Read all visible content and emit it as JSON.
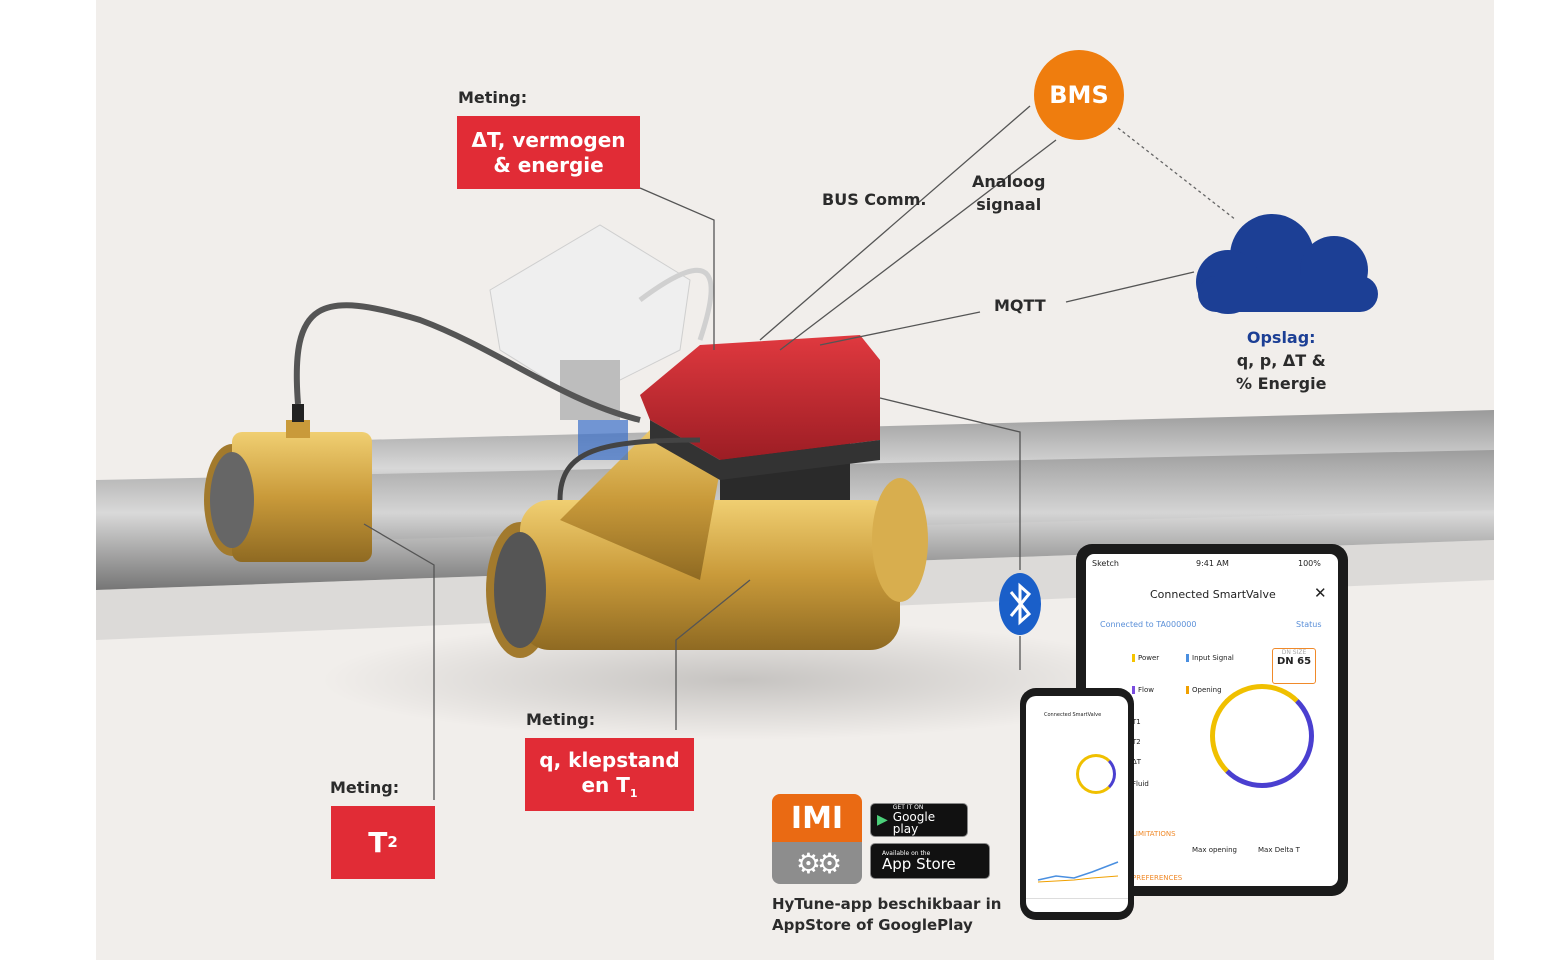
{
  "labels": {
    "meting_top": "Meting:",
    "box_top_line1": "ΔT, vermogen",
    "box_top_line2": "& energie",
    "meting_mid": "Meting:",
    "box_mid_line1": "q, klepstand",
    "box_mid_line2_prefix": "en T",
    "box_mid_line2_sub": "1",
    "meting_bottom": "Meting:",
    "box_bottom_main": "T",
    "box_bottom_sub": "2",
    "bms": "BMS",
    "bus_comm": "BUS Comm.",
    "analoog_line1": "Analoog",
    "analoog_line2": "signaal",
    "mqtt": "MQTT",
    "opslag_title": "Opslag:",
    "opslag_line1": "q, p, ΔT &",
    "opslag_line2": "% Energie",
    "app_caption_line1": "HyTune-app beschikbaar in",
    "app_caption_line2": "AppStore of GooglePlay"
  },
  "badges": {
    "imi": "IMI",
    "google_small": "GET IT ON",
    "google_big": "Google play",
    "apple_small": "Available on the",
    "apple_big": "App Store"
  },
  "tablet": {
    "carrier": "Sketch",
    "time": "9:41 AM",
    "battery": "100%",
    "title": "Connected SmartValve",
    "connected_to": "Connected to TA000000",
    "status": "Status",
    "power_label": "Power",
    "input_signal_label": "Input Signal",
    "flow_label": "Flow",
    "opening_label": "Opening",
    "dn_small": "DN SIZE",
    "dn_value": "DN 65",
    "t1": "T1",
    "t2": "T2",
    "dt": "ΔT",
    "fluid": "Fluid",
    "limitations": "LIMITATIONS",
    "max_opening": "Max opening",
    "max_delta": "Max Delta T",
    "preferences": "PREFERENCES",
    "input_signal": "Input Signal"
  },
  "phone": {
    "title": "Connected SmartValve"
  },
  "colors": {
    "red": "#e12c36",
    "orange": "#ef7d0e",
    "navy": "#1c3f95",
    "brass": "#c9a24a",
    "bluetooth": "#1a5fc9"
  }
}
